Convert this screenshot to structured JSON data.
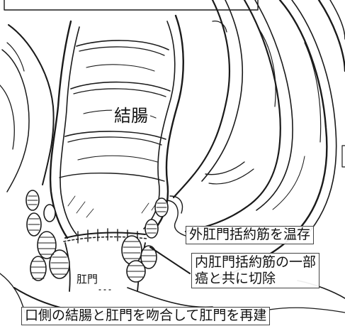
{
  "labels": {
    "colon": "結腸",
    "anus": "肛門",
    "external_sphincter": "外肛門括約筋を温存",
    "internal_sphincter_line1": "内肛門括約筋の一部",
    "internal_sphincter_line2": "癌と共に切除",
    "caption": "口側の結腸と肛門を吻合して肛門を再建"
  },
  "colors": {
    "line": "#1a1a1a",
    "background": "#ffffff",
    "label_border": "#444444"
  }
}
